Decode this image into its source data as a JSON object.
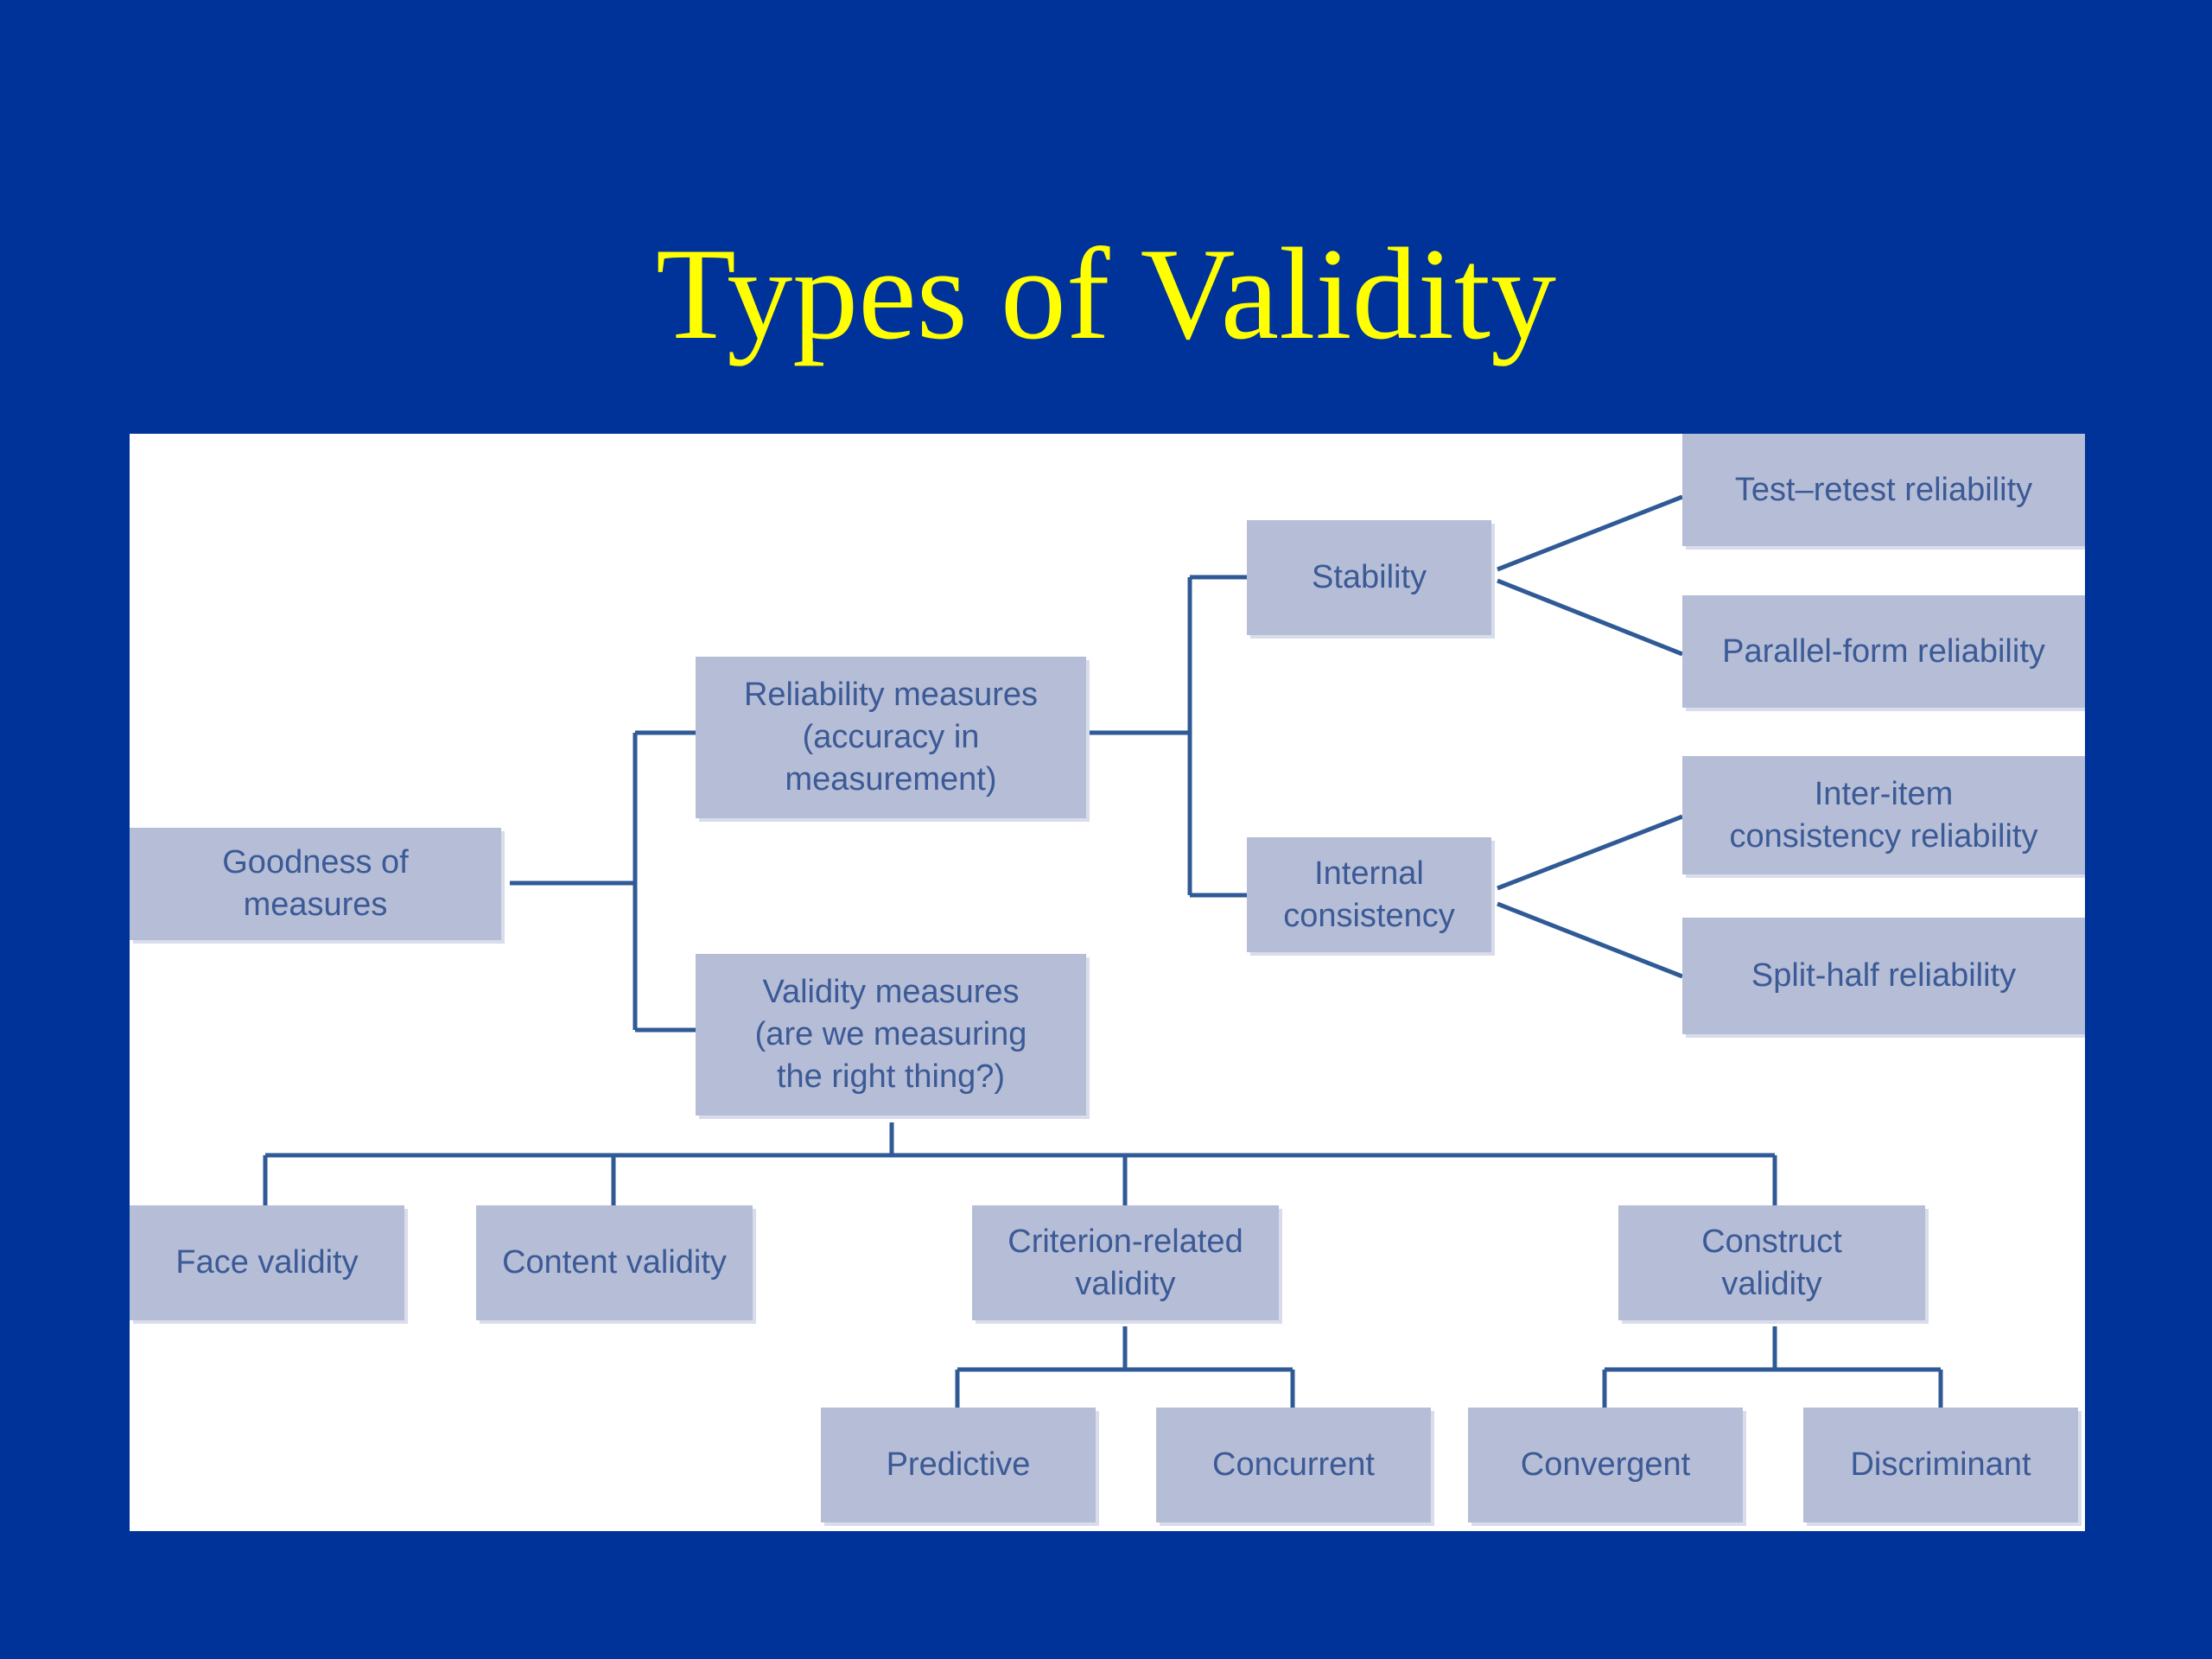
{
  "slide": {
    "title": "Types of Validity"
  },
  "diagram": {
    "colors": {
      "background": "#003399",
      "title": "#ffff00",
      "box_fill": "#b6bdd6",
      "box_text": "#3b5a96",
      "connector": "#2f5a96"
    },
    "nodes": {
      "goodness": "Goodness of\nmeasures",
      "reliability": "Reliability measures\n(accuracy in\nmeasurement)",
      "validity": "Validity measures\n(are we measuring\nthe right thing?)",
      "stability": "Stability",
      "internal_consistency": "Internal\nconsistency",
      "test_retest": "Test–retest reliability",
      "parallel_form": "Parallel-form reliability",
      "inter_item": "Inter-item\nconsistency reliability",
      "split_half": "Split-half reliability",
      "face_validity": "Face validity",
      "content_validity": "Content validity",
      "criterion_related": "Criterion-related\nvalidity",
      "construct_validity": "Construct\nvalidity",
      "predictive": "Predictive",
      "concurrent": "Concurrent",
      "convergent": "Convergent",
      "discriminant": "Discriminant"
    }
  }
}
